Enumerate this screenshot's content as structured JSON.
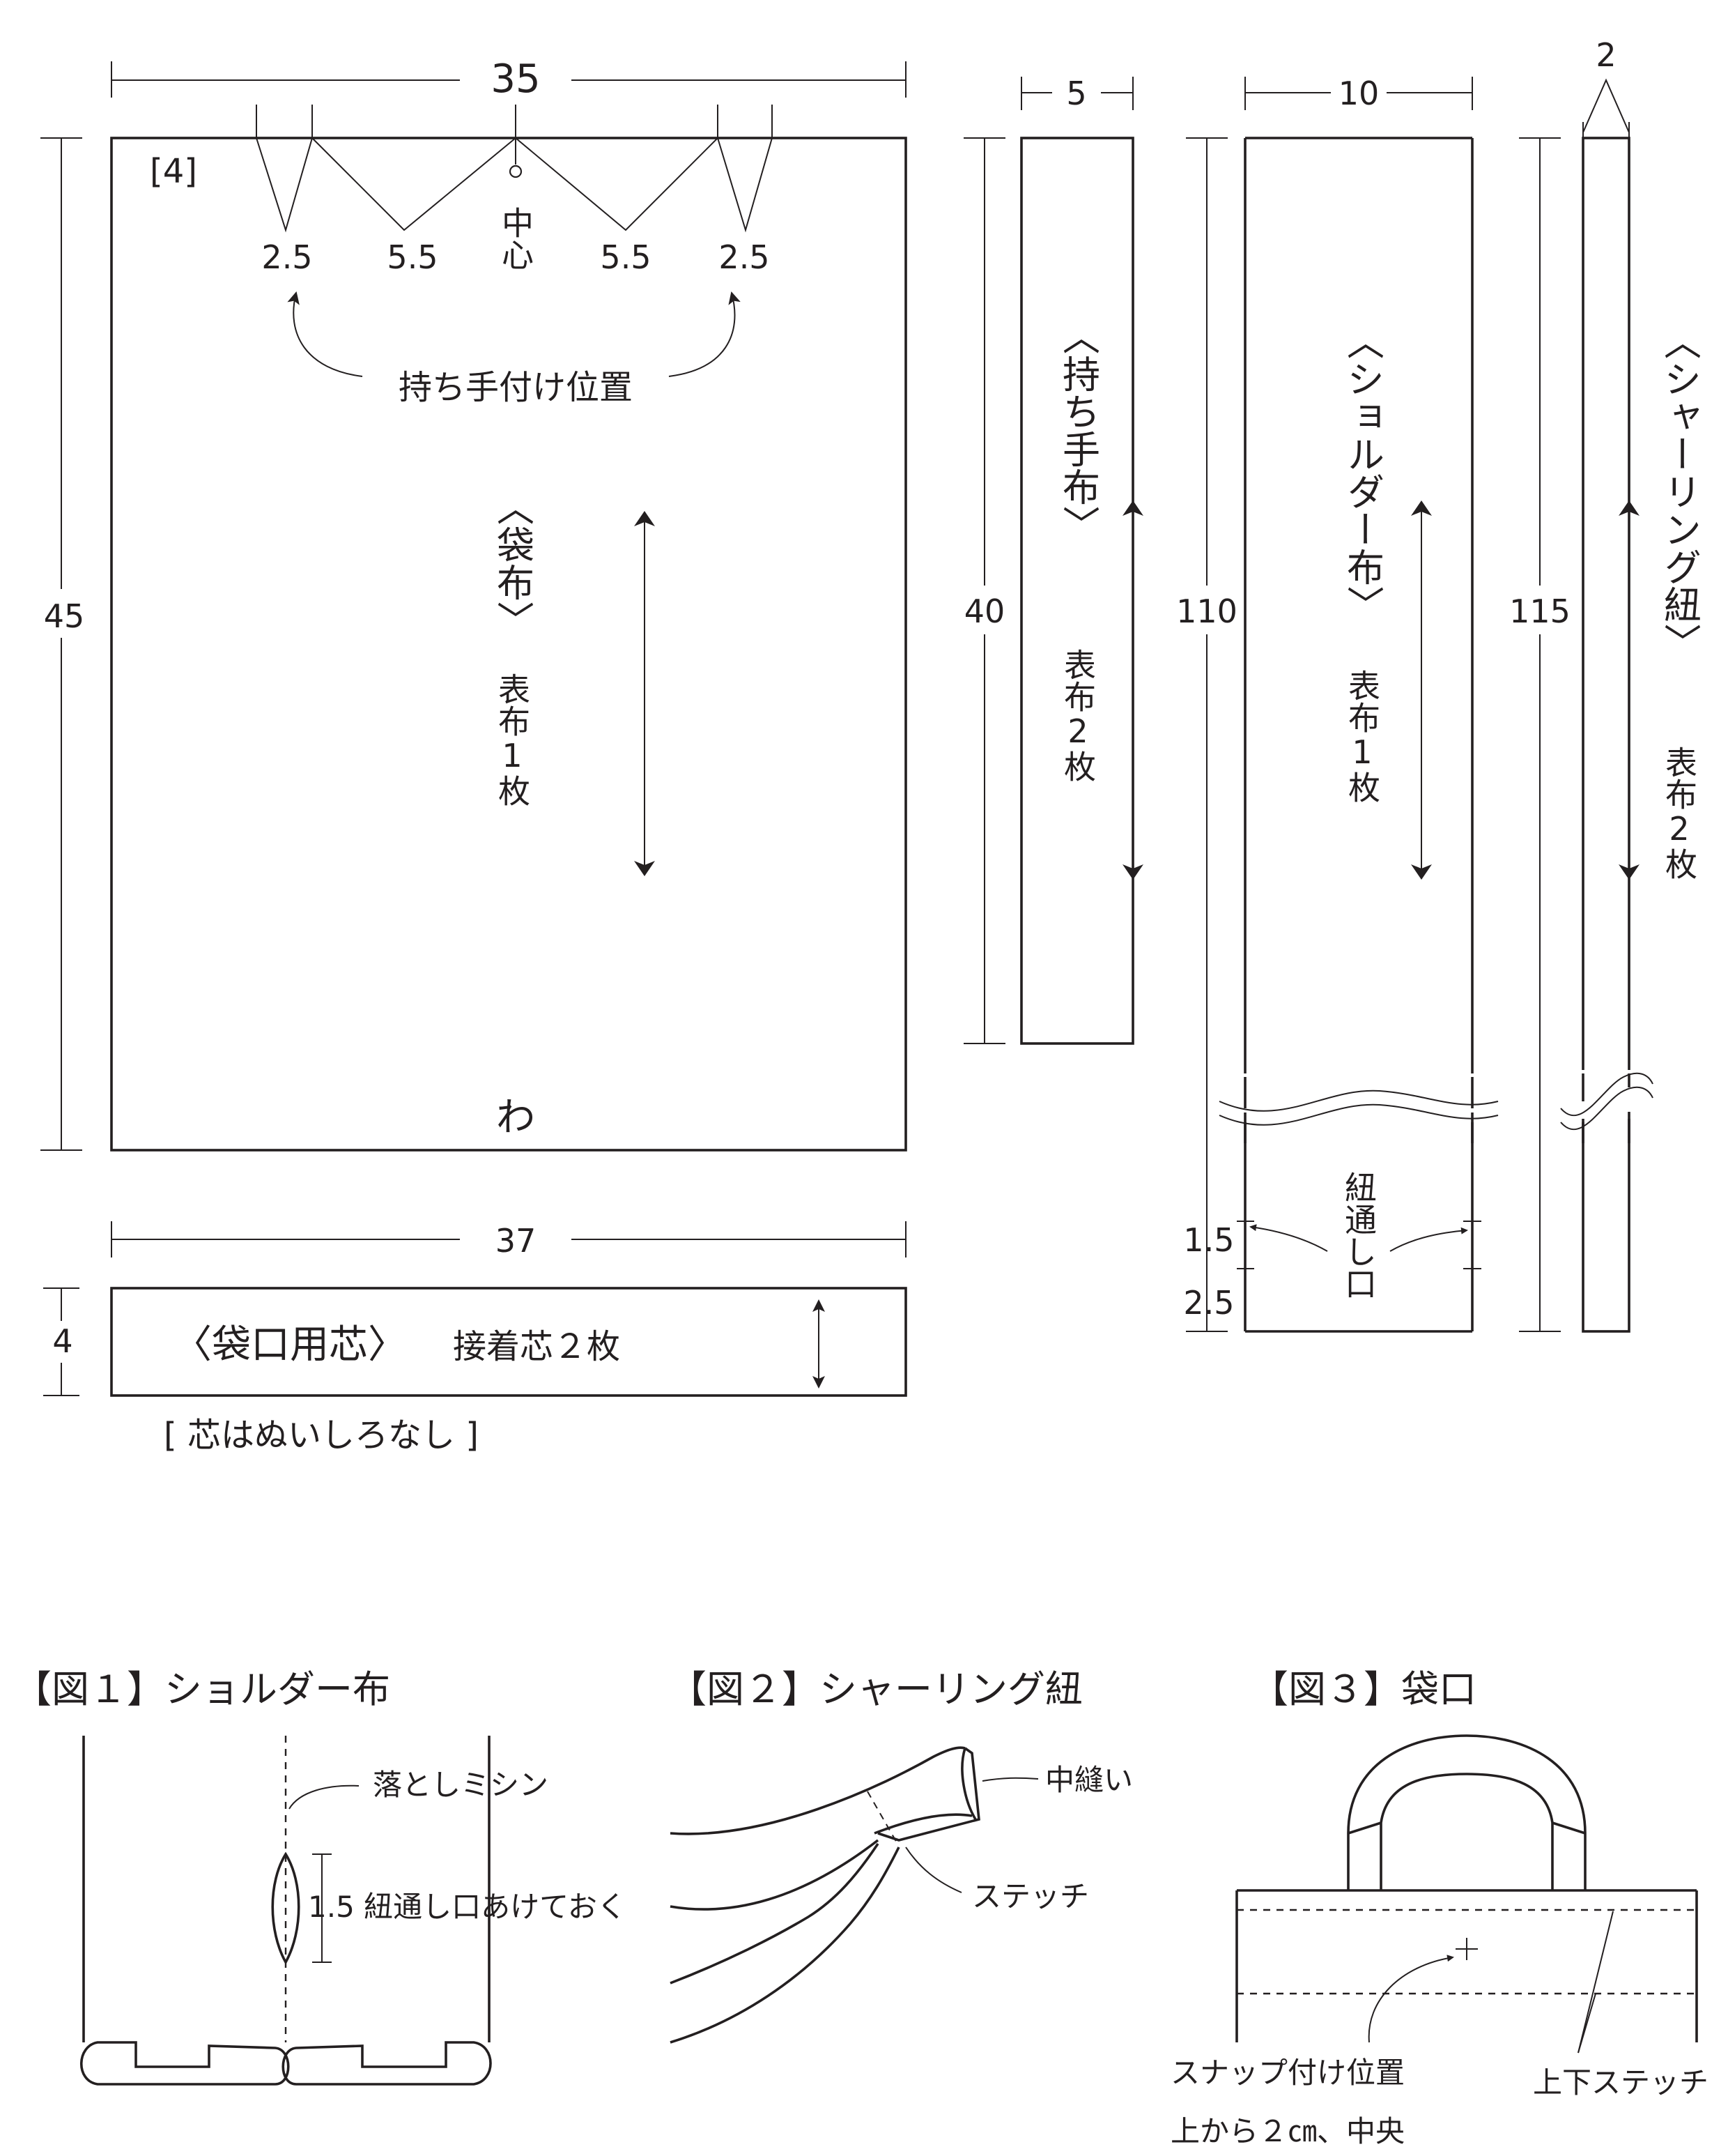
{
  "pattern": {
    "bag": {
      "label_tag": "[4]",
      "width": "35",
      "height": "45",
      "pleat_marks": [
        "2.5",
        "5.5",
        "中心",
        "5.5",
        "2.5"
      ],
      "handle_position": "持ち手付け位置",
      "title": "〈袋布〉",
      "count": "表布1枚",
      "fold": "わ"
    },
    "handle_cloth": {
      "width": "5",
      "height": "40",
      "title": "〈持ち手布〉",
      "count": "表布2枚"
    },
    "shoulder_cloth": {
      "width": "10",
      "height": "110",
      "title": "〈ショルダー布〉",
      "count": "表布1枚",
      "opening": "紐通し口",
      "dim_small": "1.5",
      "dim_bottom": "2.5"
    },
    "shirring_cord": {
      "width": "2",
      "height": "115",
      "title": "〈シャーリング紐〉",
      "count": "表布2枚"
    },
    "interfacing": {
      "width": "37",
      "height": "4",
      "title": "〈袋口用芯〉",
      "count": "接着芯２枚",
      "note": "[ 芯はぬいしろなし ]"
    }
  },
  "figures": {
    "fig1": {
      "title": "【図１】ショルダー布",
      "label_stitch": "落としミシン",
      "label_opening": "1.5 紐通し口あけておく"
    },
    "fig2": {
      "title": "【図２】シャーリング紐",
      "label_seam": "中縫い",
      "label_stitch": "ステッチ"
    },
    "fig3": {
      "title": "【図３】袋口",
      "label_snap_1": "スナップ付け位置",
      "label_snap_2": "上から２㎝、中央",
      "label_stitch": "上下ステッチ"
    }
  }
}
